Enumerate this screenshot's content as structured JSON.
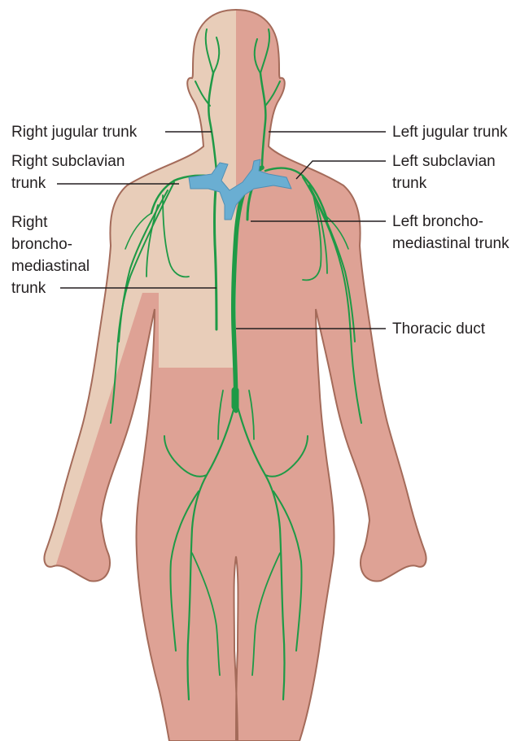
{
  "colors": {
    "drained_by_right_lymphatic_duct": "#e8cdb9",
    "drained_by_thoracic_duct": "#dea295",
    "skin_outline": "#a46b5a",
    "lymphatic_vessel": "#1e9a46",
    "veins": "#6aaed2",
    "leader_line": "#231f20"
  },
  "labels": {
    "right_jugular": "Right jugular trunk",
    "right_subclavian": [
      "Right subclavian",
      "trunk"
    ],
    "right_bronchomediastinal": [
      "Right",
      "broncho-",
      "mediastinal",
      "trunk"
    ],
    "left_jugular": "Left jugular trunk",
    "left_subclavian": [
      "Left subclavian",
      "trunk"
    ],
    "left_bronchomediastinal": [
      "Left broncho-",
      "mediastinal trunk"
    ],
    "thoracic_duct": "Thoracic duct"
  }
}
